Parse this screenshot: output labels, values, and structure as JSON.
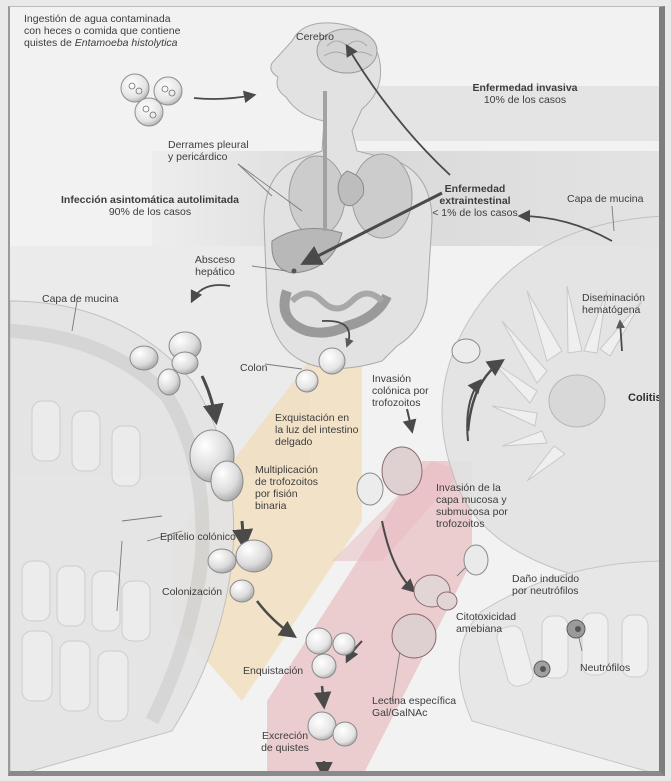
{
  "intake": {
    "line1": "Ingestión de agua contaminada",
    "line2": "con heces o comida que contiene",
    "line3_prefix": "quistes de",
    "line3_species": "Entamoeba histolytica"
  },
  "brain": "Cerebro",
  "invasive": {
    "title": "Enfermedad invasiva",
    "sub": "10% de los casos"
  },
  "pleural": {
    "line1": "Derrames pleural",
    "line2": "y pericárdico"
  },
  "asymptomatic": {
    "title": "Infección asintomática autolimitada",
    "sub": "90% de los casos"
  },
  "extraintestinal": {
    "line1": "Enfermedad",
    "line2": "extraintestinal",
    "sub": "< 1% de los casos"
  },
  "mucin_right": "Capa de mucina",
  "mucin_left": "Capa de mucina",
  "liver": {
    "line1": "Absceso",
    "line2": "hepático"
  },
  "hematogenous": {
    "line1": "Diseminación",
    "line2": "hematógena"
  },
  "colon": "Colon",
  "colitis": "Colitis",
  "excystation": {
    "line1": "Exquistación en",
    "line2": "la luz del intestino",
    "line3": "delgado"
  },
  "colonic_invasion": {
    "line1": "Invasión",
    "line2": "colónica por",
    "line3": "trofozoitos"
  },
  "multiplication": {
    "line1": "Multiplicación",
    "line2": "de trofozoitos",
    "line3": "por fisión",
    "line4": "binaria"
  },
  "mucosa_invasion": {
    "line1": "Invasión de la",
    "line2": "capa mucosa y",
    "line3": "submucosa por",
    "line4": "trofozoitos"
  },
  "epithelium": "Epitelio colónico",
  "neutrophil_damage": {
    "line1": "Daño inducido",
    "line2": "por neutrófilos"
  },
  "colonization": "Colonización",
  "cytotoxicity": {
    "line1": "Citotoxicidad",
    "line2": "amebiana"
  },
  "neutrophils": "Neutrófilos",
  "encystation": "Enquistación",
  "lectin": {
    "line1": "Lectina específica",
    "line2": "Gal/GalNAc"
  },
  "excretion": {
    "line1": "Excreción",
    "line2": "de quistes"
  }
}
